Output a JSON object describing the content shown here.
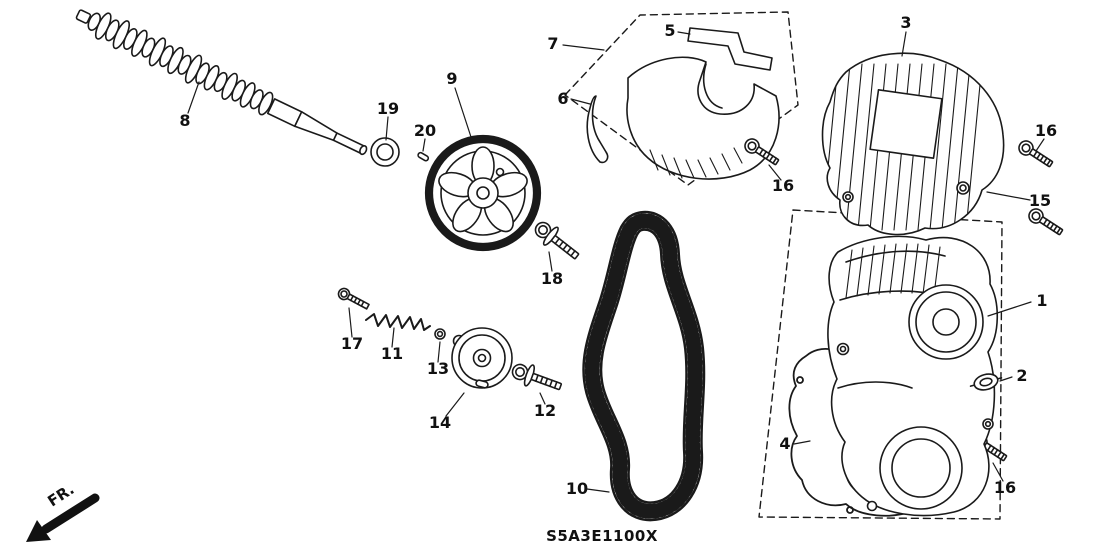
{
  "diagram": {
    "code": "S5A3E1100X",
    "direction_label": "FR.",
    "colors": {
      "line": "#1a1a1a",
      "background": "#ffffff"
    },
    "callouts": [
      {
        "label": "7"
      },
      {
        "label": "5"
      },
      {
        "label": "3"
      },
      {
        "label": "9"
      },
      {
        "label": "19"
      },
      {
        "label": "8"
      },
      {
        "label": "20"
      },
      {
        "label": "6"
      },
      {
        "label": "16"
      },
      {
        "label": "16"
      },
      {
        "label": "15"
      },
      {
        "label": "18"
      },
      {
        "label": "1"
      },
      {
        "label": "17"
      },
      {
        "label": "11"
      },
      {
        "label": "13"
      },
      {
        "label": "2"
      },
      {
        "label": "12"
      },
      {
        "label": "14"
      },
      {
        "label": "4"
      },
      {
        "label": "16"
      },
      {
        "label": "10"
      }
    ]
  }
}
